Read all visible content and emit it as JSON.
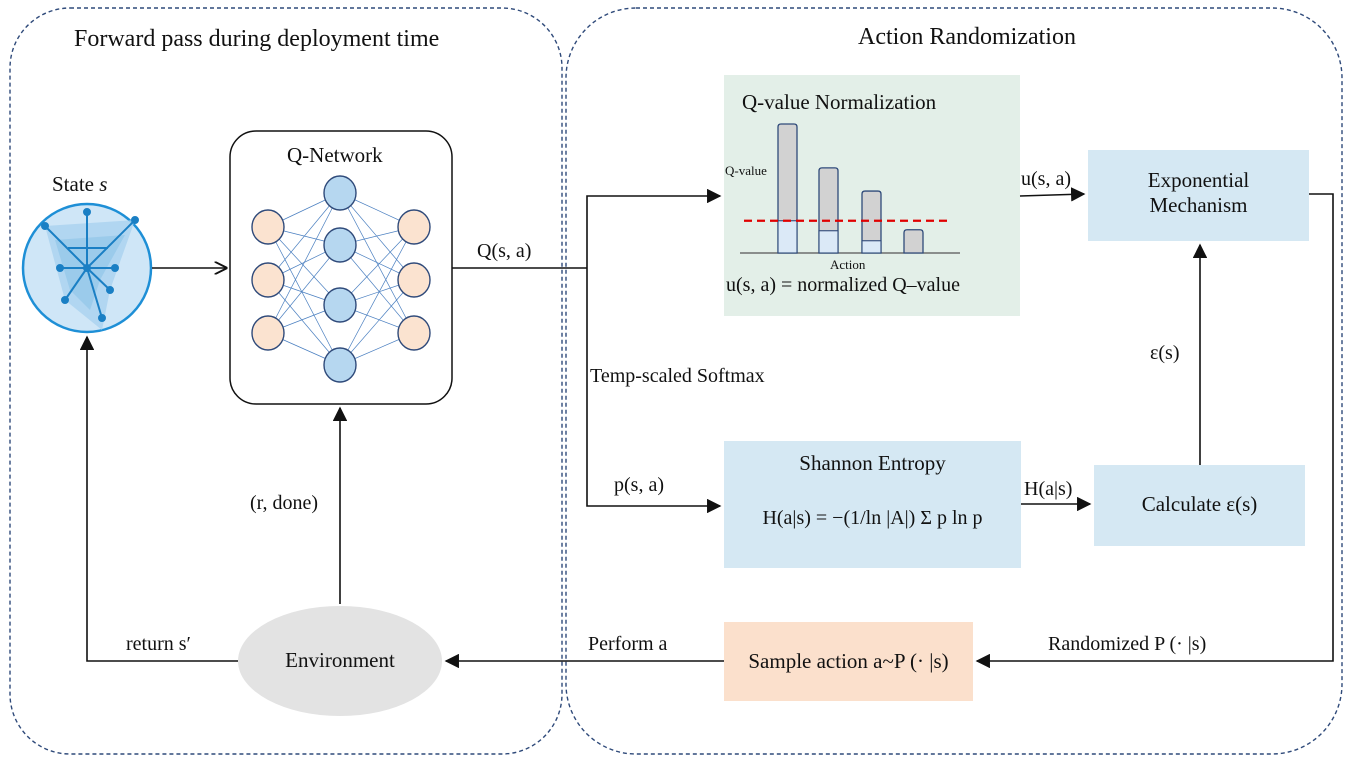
{
  "regions": {
    "left_title": "Forward pass during deployment time",
    "right_title": "Action Randomization"
  },
  "nodes": {
    "state": {
      "label_prefix": "State",
      "label_var": "s"
    },
    "qnetwork": {
      "title": "Q-Network"
    },
    "qnorm": {
      "title": "Q-value Normalization",
      "y_axis": "Q-value",
      "x_axis": "Action",
      "formula": "u(s, a) = normalized Q–value",
      "bar_values": [
        1.0,
        0.66,
        0.48,
        0.18
      ],
      "threshold": 0.25
    },
    "exp_mech": {
      "line1": "Exponential",
      "line2": "Mechanism"
    },
    "shannon": {
      "title": "Shannon Entropy",
      "formula": "H(a|s) = −(1/ln |A|) Σ p ln p"
    },
    "calc_eps": {
      "label": "Calculate ε(s)"
    },
    "sample": {
      "label": "Sample action a~P (· |s)"
    },
    "environment": {
      "label": "Environment"
    }
  },
  "edges": {
    "q_out": "Q(s, a)",
    "softmax": "Temp-scaled Softmax",
    "p_in": "p(s, a)",
    "u_out": "u(s, a)",
    "h_out": "H(a|s)",
    "eps": "ε(s)",
    "randomized": "Randomized P (· |s)",
    "perform": "Perform a",
    "return": "return s′",
    "reward": "(r, done)"
  },
  "colors": {
    "region_border": "#2f4a7a",
    "green_box": "#e3efe8",
    "blue_box": "#d5e8f3",
    "sample_box": "#fbe0cc",
    "env": "#e3e3e3",
    "neuron_orange": "#fbe3d0",
    "neuron_blue": "#b6d7f0",
    "threshold": "#e00000"
  }
}
